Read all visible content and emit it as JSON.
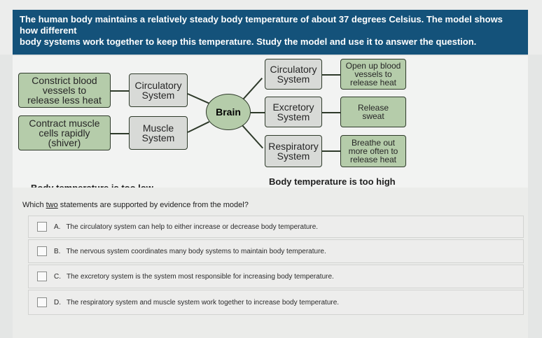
{
  "intro": {
    "line1": "The human body maintains a relatively steady body temperature of about 37 degrees Celsius. The model shows how different",
    "line2": "body systems work together to keep this temperature. Study the model and use it to answer the question."
  },
  "model": {
    "left_actions": [
      "Constrict blood\nvessels to\nrelease less heat",
      "Contract muscle\ncells rapidly\n(shiver)"
    ],
    "left_systems": [
      "Circulatory\nSystem",
      "Muscle\nSystem"
    ],
    "center": "Brain",
    "right_systems": [
      "Circulatory\nSystem",
      "Excretory\nSystem",
      "Respiratory\nSystem"
    ],
    "right_actions": [
      "Open up blood\nvessels to\nrelease heat",
      "Release\nsweat",
      "Breathe out\nmore often to\nrelease heat"
    ],
    "label_low": "Body temperature is too low",
    "label_high": "Body temperature is too high"
  },
  "question": {
    "prefix": "Which ",
    "underlined": "two",
    "suffix": " statements are supported by evidence from the model?"
  },
  "options": [
    {
      "letter": "A.",
      "text": "The circulatory system can help to either increase or decrease body temperature."
    },
    {
      "letter": "B.",
      "text": "The nervous system coordinates many body systems to maintain body temperature."
    },
    {
      "letter": "C.",
      "text": "The excretory system is the system most responsible for increasing body temperature."
    },
    {
      "letter": "D.",
      "text": "The respiratory system and muscle system work together to increase body temperature."
    }
  ]
}
